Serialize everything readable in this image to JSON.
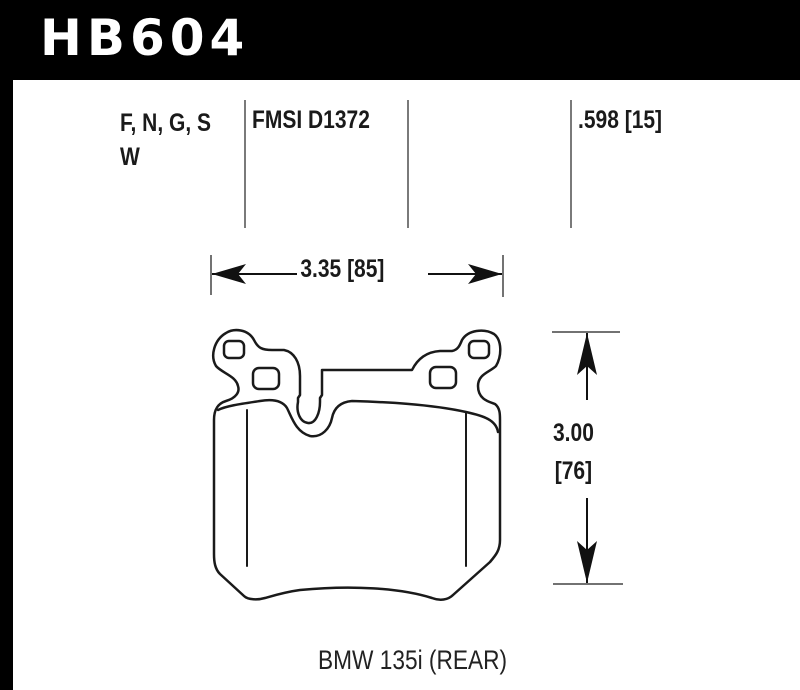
{
  "header": {
    "part_number": "HB604"
  },
  "specs": {
    "compounds_line1": "F, N, G, S",
    "compounds_line2": "W",
    "fmsi": "FMSI D1372",
    "thickness": ".598 [15]"
  },
  "dimensions": {
    "width": "3.35 [85]",
    "height_in": "3.00",
    "height_mm": "[76]"
  },
  "caption": {
    "vehicle": "BMW 135i (REAR)"
  },
  "colors": {
    "band": "#000000",
    "background": "#ffffff",
    "line": "#1a1a1a",
    "divider": "#7a7a7a"
  }
}
